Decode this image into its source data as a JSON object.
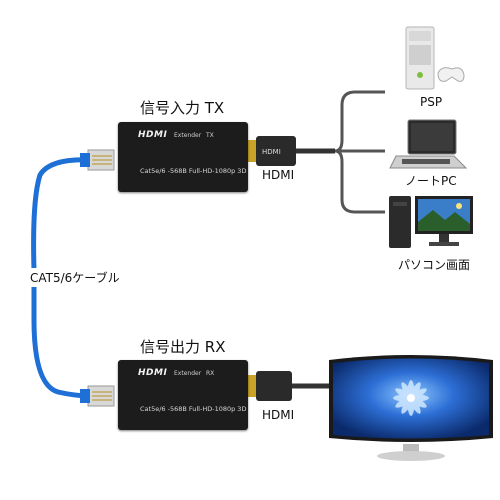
{
  "tx": {
    "title": "信号入力 TX",
    "logo": "HDMI",
    "tag": "Extender",
    "tag_suffix": "TX",
    "spec": "Cat5e/6 -568B    Full-HD-1080p  3D"
  },
  "rx": {
    "title": "信号出力 RX",
    "logo": "HDMI",
    "tag": "Extender",
    "tag_suffix": "RX",
    "spec": "Cat5e/6 -568B    Full-HD-1080p  3D"
  },
  "cable_label": "CAT5/6ケーブル",
  "hdmi_label_tx": "HDMI",
  "hdmi_label_rx": "HDMI",
  "hdmi_plug_text": "HDMI",
  "sources": {
    "psp": "PSP",
    "laptop": "ノートPC",
    "pc": "パソコン画面"
  },
  "colors": {
    "cable": "#1e6fd6",
    "box": "#1c1c1c",
    "tv_screen": "#1b4fb8"
  }
}
